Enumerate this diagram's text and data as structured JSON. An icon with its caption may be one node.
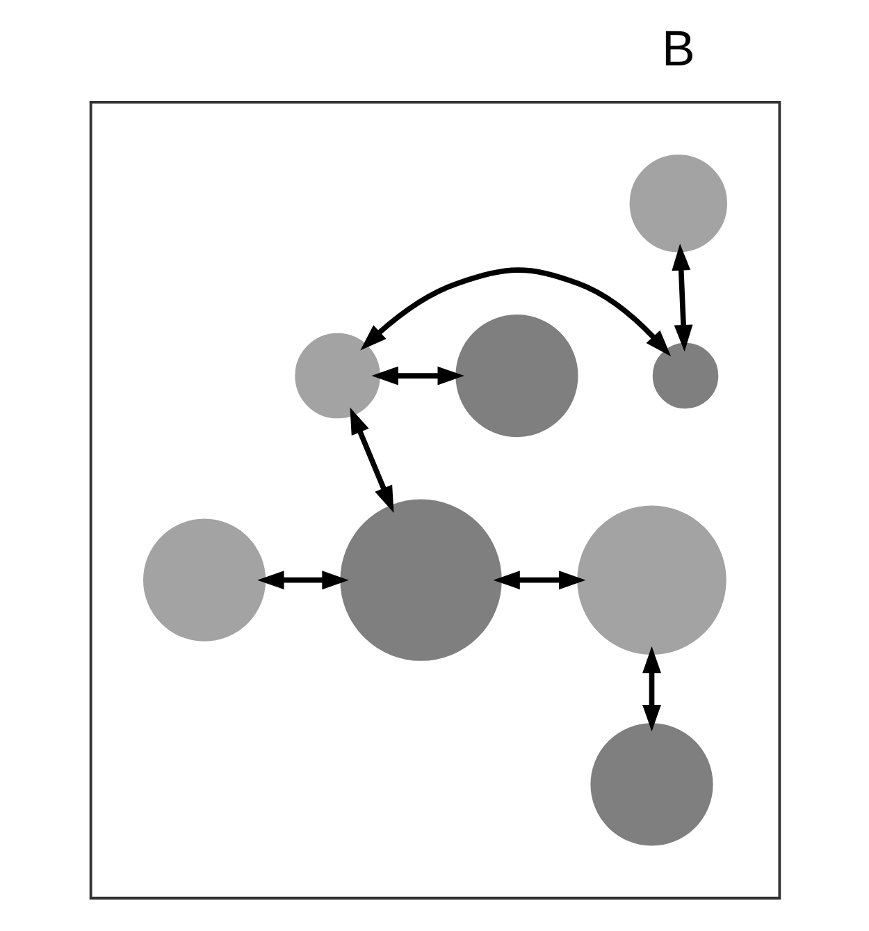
{
  "diagram": {
    "nodes": [
      {
        "text": [],
        "shape": "box"
      },
      {
        "text": [],
        "shape": "circle",
        "in": 0
      },
      {
        "text": [],
        "shape": "circle",
        "in": 0
      },
      {
        "text": [],
        "shape": "circle",
        "in": 0
      },
      {
        "text": [],
        "shape": "circle",
        "in": 0
      },
      {
        "text": [],
        "shape": "circle",
        "in": 0
      },
      {
        "text": [],
        "shape": "circle",
        "in": 0
      },
      {
        "text": [],
        "shape": "circle",
        "in": 0
      },
      {
        "text": [],
        "shape": "circle",
        "in": 0
      }
    ],
    "edges": [
      {
        "from": 1,
        "to": 2,
        "arrow": "both"
      },
      {
        "from": 4,
        "to": 2,
        "arrow": "both"
      },
      {
        "from": 4,
        "to": 3,
        "arrow": "both"
      },
      {
        "from": 4,
        "to": 6,
        "arrow": "both"
      },
      {
        "from": 5,
        "to": 6,
        "arrow": "both"
      },
      {
        "from": 6,
        "to": 7,
        "arrow": "both"
      },
      {
        "from": 7,
        "to": 8,
        "arrow": "both"
      }
    ],
    "labels": [
      "B"
    ]
  }
}
